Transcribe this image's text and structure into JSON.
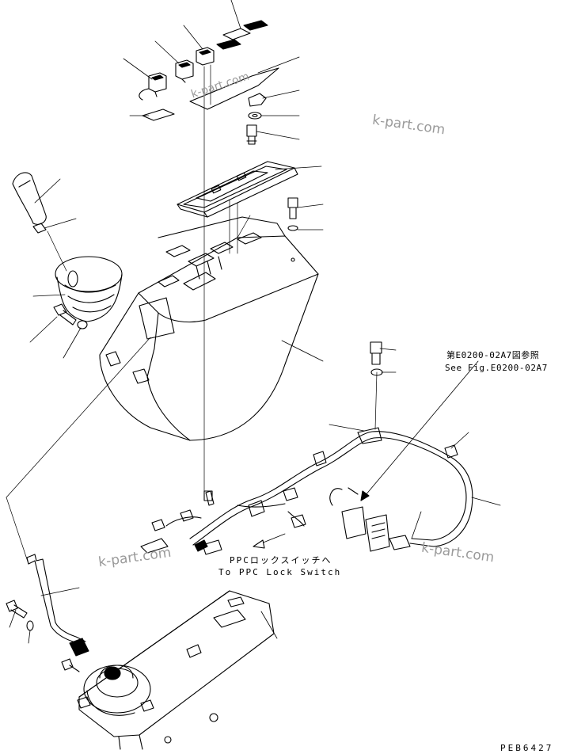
{
  "watermarks": [
    "k-part.com",
    "k-part.com",
    "k-part.com",
    "k-part.com"
  ],
  "references": {
    "see_fig_jp": "第E0200-02A7図参照",
    "see_fig_en": "See Fig.E0200-02A7"
  },
  "callouts": {
    "ppc_switch_jp": "PPCロックスイッチへ",
    "ppc_switch_en": "To PPC Lock Switch"
  },
  "drawing_number": "PEB6427"
}
